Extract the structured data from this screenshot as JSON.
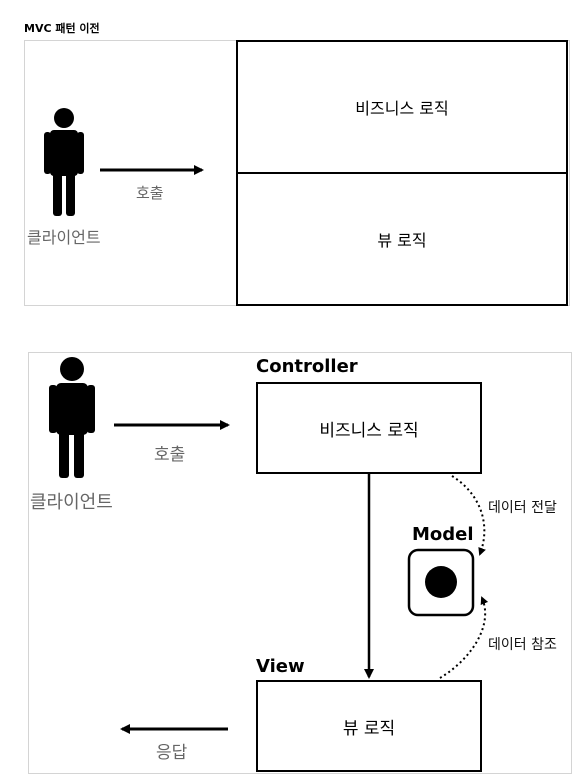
{
  "title": "MVC 패턴 이전",
  "top_diagram": {
    "client_label": "클라이언트",
    "call_label": "호출",
    "business_logic": "비즈니스 로직",
    "view_logic": "뷰 로직"
  },
  "bottom_diagram": {
    "client_label": "클라이언트",
    "call_label": "호출",
    "response_label": "응답",
    "controller_title": "Controller",
    "controller_box": "비즈니스 로직",
    "model_title": "Model",
    "view_title": "View",
    "view_box": "뷰 로직",
    "data_pass_label": "데이터 전달",
    "data_ref_label": "데이터 참조"
  }
}
